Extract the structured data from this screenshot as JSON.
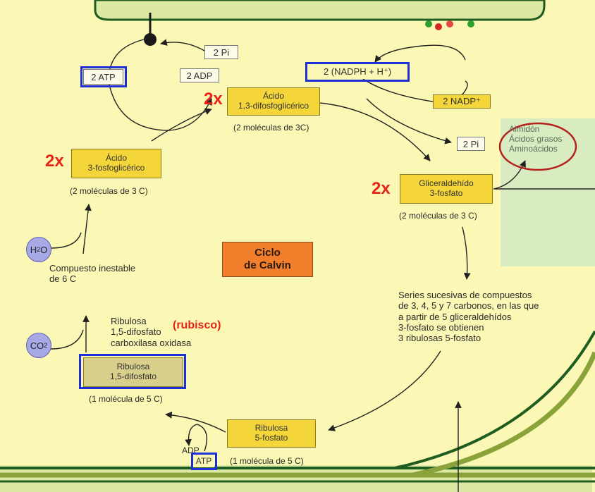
{
  "colors": {
    "background": "#fbf7b4",
    "membrane": "#1f5c20",
    "membrane_fill": "#8aa23a",
    "compound_box": "#f4d53a",
    "highlight_box": "#1d2fd6",
    "annotation_red": "#e8231c",
    "center_box": "#f07e2a",
    "molecule_circle": "#a7a8e6",
    "side_panel": "#d9ebc0"
  },
  "energy": {
    "pi_top": "2 Pi",
    "atp_top": "2 ATP",
    "adp_top": "2 ADP",
    "nadph": "2 (NADPH + H⁺)",
    "nadp": "2 NADP⁺",
    "pi_right": "2 Pi",
    "adp_bottom": "ADP",
    "atp_bottom": "ATP"
  },
  "compounds": {
    "difosfoglicerico": {
      "line1": "Ácido",
      "line2": "1,3-difosfoglicérico",
      "caption": "(2 moléculas de 3C)"
    },
    "fosfoglicerico": {
      "line1": "Ácido",
      "line2": "3-fosfoglicérico",
      "caption": "(2 moléculas de 3 C)"
    },
    "gliceraldehido": {
      "line1": "Gliceraldehído",
      "line2": "3-fosfato",
      "caption": "(2 moléculas de 3 C)"
    },
    "ribulosa_difosfato": {
      "line1": "Ribulosa",
      "line2": "1,5-difosfato",
      "caption": "(1 molécula de 5 C)"
    },
    "ribulosa_fosfato": {
      "line1": "Ribulosa",
      "line2": "5-fosfato",
      "caption": "(1 molécula de 5 C)"
    }
  },
  "annotations": {
    "two_x_1": "2x",
    "two_x_2": "2x",
    "two_x_3": "2x",
    "rubisco": "(rubisco)"
  },
  "center": {
    "line1": "Ciclo",
    "line2": "de Calvin"
  },
  "molecules": {
    "h2o_main": "H",
    "h2o_sub": "2",
    "h2o_end": "O",
    "co2_main": "CO",
    "co2_sub": "2"
  },
  "labels": {
    "unstable_line1": "Compuesto inestable",
    "unstable_line2": "de 6 C",
    "enzyme_line1": "Ribulosa",
    "enzyme_line2": "1,5-difosfato",
    "enzyme_line3": "carboxilasa oxidasa",
    "series_line1": "Series sucesivas de compuestos",
    "series_line2": "de 3, 4, 5 y 7 carbonos, en las que",
    "series_line3": "a partir de 5 gliceraldehídos",
    "series_line4": "3-fosfato se obtienen",
    "series_line5": "3 ribulosas 5-fosfato"
  },
  "products": [
    "Almidón",
    "Ácidos grasos",
    "Aminoácidos"
  ]
}
